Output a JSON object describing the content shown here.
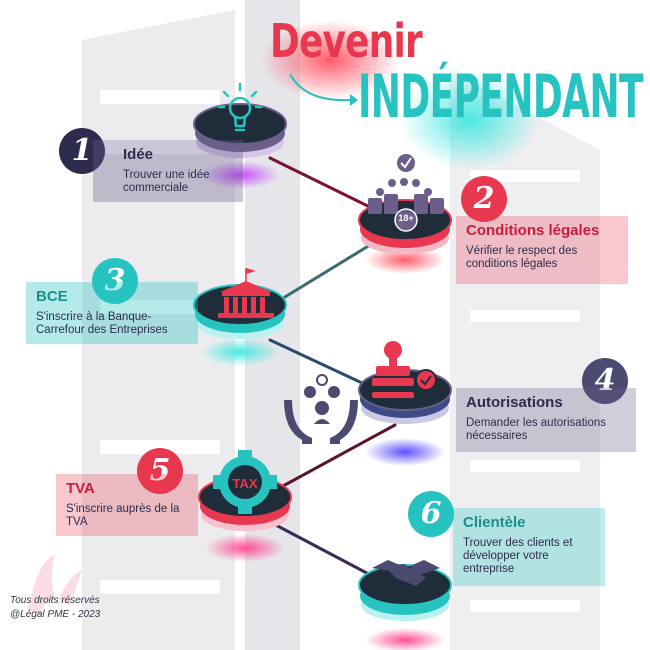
{
  "title": {
    "line1": "Devenir",
    "line2": "INDÉPENDANT"
  },
  "steps": [
    {
      "number": "1",
      "title": "Idée",
      "description": "Trouver une idée commerciale"
    },
    {
      "number": "2",
      "title": "Conditions légales",
      "description": "Vérifier le respect des conditions légales"
    },
    {
      "number": "3",
      "title": "BCE",
      "description": "S'inscrire à la Banque-Carrefour des Entreprises"
    },
    {
      "number": "4",
      "title": "Autorisations",
      "description": "Demander les autorisations nécessaires"
    },
    {
      "number": "5",
      "title": "TVA",
      "description": "S'inscrire auprès de la TVA"
    },
    {
      "number": "6",
      "title": "Clientèle",
      "description": "Trouver des clients et développer votre entreprise"
    }
  ],
  "icons": {
    "age_badge": "18+",
    "tax_label": "TAX"
  },
  "footer": {
    "line1": "Tous droits réservés",
    "line2": "@Légal PME - 2023"
  },
  "colors": {
    "red": "#e8384f",
    "teal": "#27c3c1",
    "navy": "#2d2c4d",
    "purple": "#6b5f8a"
  }
}
